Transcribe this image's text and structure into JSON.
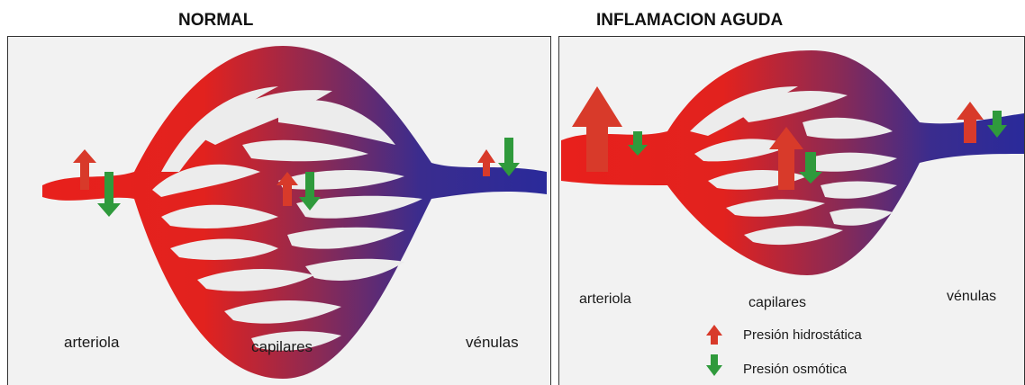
{
  "panels": {
    "normal": {
      "title": "NORMAL",
      "labels": {
        "arteriola": "arteriola",
        "capilares": "capilares",
        "venulas": "vénulas"
      }
    },
    "aguda": {
      "title": "INFLAMACION  AGUDA",
      "labels": {
        "arteriola": "arteriola",
        "capilares": "capilares",
        "venulas": "vénulas"
      }
    }
  },
  "legend": {
    "hydrostatic": "Presión hidrostática",
    "osmotic": "Presión osmótica"
  },
  "colors": {
    "arterial": "#e8201c",
    "venous": "#2a2a9a",
    "hydrostatic_arrow": "#d83a2a",
    "osmotic_arrow": "#2f9a3c",
    "background": "#f2f2f2"
  }
}
